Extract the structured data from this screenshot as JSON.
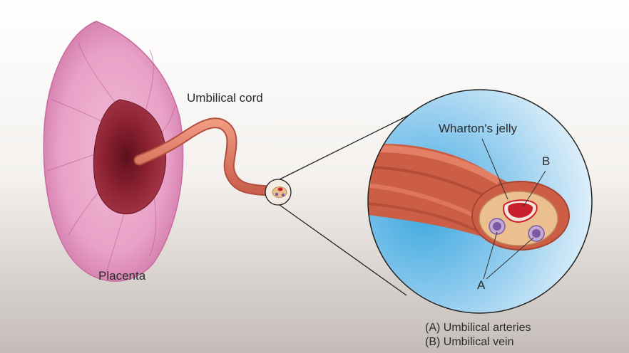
{
  "labels": {
    "umbilical_cord": "Umbilical cord",
    "placenta": "Placenta",
    "whartons_jelly": "Wharton's jelly",
    "marker_b": "B",
    "marker_a": "A"
  },
  "legend": {
    "line_a": "(A) Umbilical arteries",
    "line_b": "(B) Umbilical vein"
  },
  "colors": {
    "placenta_outer": "#e6a2c8",
    "placenta_inner": "#8e2434",
    "cord": "#e7836a",
    "jelly": "#ebc08e",
    "vein": "#c8202e",
    "artery": "#7a5aa6",
    "zoom_bg": "#5fb7e4"
  }
}
